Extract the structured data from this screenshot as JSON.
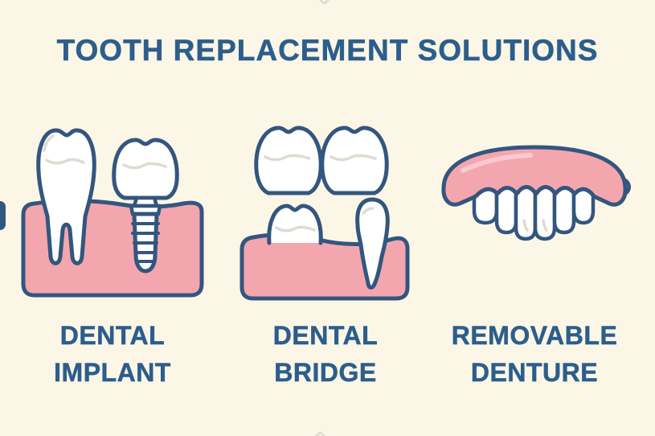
{
  "title": "TOOTH REPLACEMENT SOLUTIONS",
  "solutions": [
    {
      "name": "dental-implant",
      "label_line1": "DENTAL",
      "label_line2": "IMPLANT"
    },
    {
      "name": "dental-bridge",
      "label_line1": "DENTAL",
      "label_line2": "BRIDGE"
    },
    {
      "name": "removable-denture",
      "label_line1": "REMOVABLE",
      "label_line2": "DENTURE"
    }
  ],
  "colors": {
    "background": "#FCF6E7",
    "text_navy": "#2C5E8C",
    "outline_navy": "#33567E",
    "gum_pink": "#F4A6AE",
    "tooth_white": "#FFFFFF",
    "detail_gray": "#DCDCD2",
    "blush_pink": "#F8C9CE"
  }
}
